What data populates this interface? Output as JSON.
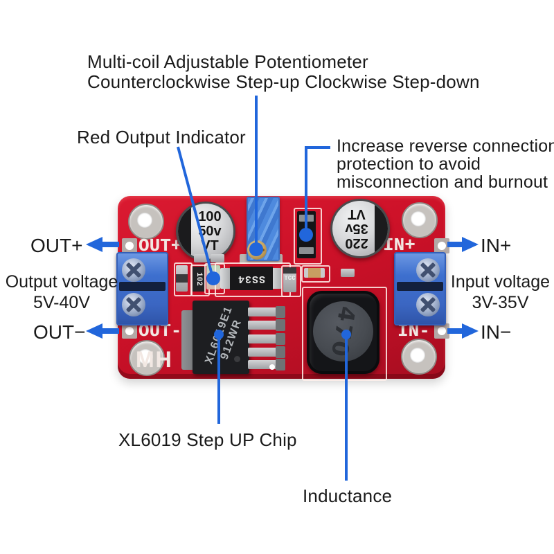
{
  "colors": {
    "accent": "#2166db",
    "pcb_red": "#cc1128",
    "terminal_blue": "#3d6fce",
    "silkscreen": "#f2e8e3"
  },
  "annotations": {
    "potentiometer": {
      "line1": "Multi-coil Adjustable Potentiometer",
      "line2": "Counterclockwise Step-up Clockwise Step-down"
    },
    "red_indicator": "Red Output Indicator",
    "reverse_protection": {
      "line1": "Increase reverse connection",
      "line2": "protection to avoid",
      "line3": "misconnection and burnout"
    },
    "out_plus": "OUT+",
    "out_minus": "OUT−",
    "output_voltage": {
      "line1": "Output voltage",
      "line2": "5V-40V"
    },
    "in_plus": "IN+",
    "in_minus": "IN−",
    "input_voltage": {
      "line1": "Input voltage",
      "line2": "3V-35V"
    },
    "chip": "XL6019 Step UP Chip",
    "inductance": "Inductance"
  },
  "board": {
    "silkscreen": {
      "out_plus": "OUT+",
      "out_minus": "OUT-",
      "in_plus": "IN+",
      "in_minus": "IN-",
      "brand": "MH"
    },
    "components": {
      "cap_output": {
        "line1": "100",
        "line2": "50v",
        "line3": "VT"
      },
      "cap_input": {
        "line1": "220",
        "line2": "35v",
        "line3": "VT"
      },
      "diode": "SS34",
      "chip": {
        "line1": "XL6019E1",
        "line2": "912WR"
      },
      "inductor": "470",
      "smd_resistor": "102",
      "smd_cap": "TCC"
    }
  }
}
